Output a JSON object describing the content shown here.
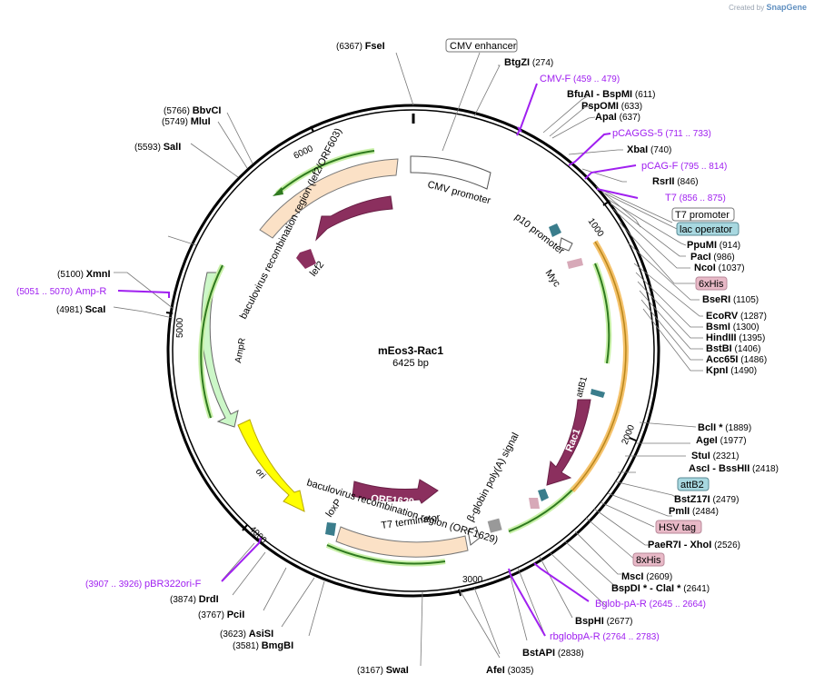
{
  "branding": {
    "created_by": "Created by",
    "app": "SnapGene"
  },
  "plasmid": {
    "name": "mEos3-Rac1",
    "length_label": "6425 bp"
  },
  "ticks": [
    "1000",
    "2000",
    "3000",
    "4000",
    "5000",
    "6000"
  ],
  "colors": {
    "primer": "#a020f0",
    "site": "#000000",
    "backbone": "#000000"
  },
  "features": [
    {
      "id": "cmv",
      "label": "CMV promoter"
    },
    {
      "id": "p10",
      "label": "p10 promoter"
    },
    {
      "id": "myc",
      "label": "Myc"
    },
    {
      "id": "attb1",
      "label": "attB1"
    },
    {
      "id": "rac1",
      "label": "Rac1"
    },
    {
      "id": "bglobin",
      "label": "β-globin poly(A) signal"
    },
    {
      "id": "orf1629",
      "label": "ORF1629"
    },
    {
      "id": "bac1629",
      "label": "baculovirus recombination region (ORF1629)"
    },
    {
      "id": "t7term",
      "label": "T7 terminator"
    },
    {
      "id": "loxp",
      "label": "loxP"
    },
    {
      "id": "ori",
      "label": "ori"
    },
    {
      "id": "ampr",
      "label": "AmpR"
    },
    {
      "id": "bac603",
      "label": "baculovirus recombination region (lef2/ORF603)"
    },
    {
      "id": "orf603",
      "label": "ORF603"
    },
    {
      "id": "lef2",
      "label": "lef2"
    }
  ],
  "sites": [
    {
      "name": "FseI",
      "pos": "(6367)"
    },
    {
      "name": "BtgZI",
      "pos": "(274)"
    },
    {
      "name": "BfuAI - BspMI",
      "pos": "(611)"
    },
    {
      "name": "PspOMI",
      "pos": "(633)"
    },
    {
      "name": "ApaI",
      "pos": "(637)"
    },
    {
      "name": "XbaI",
      "pos": "(740)"
    },
    {
      "name": "RsrII",
      "pos": "(846)"
    },
    {
      "name": "PpuMI",
      "pos": "(914)"
    },
    {
      "name": "PacI",
      "pos": "(986)"
    },
    {
      "name": "NcoI",
      "pos": "(1037)"
    },
    {
      "name": "BseRI",
      "pos": "(1105)"
    },
    {
      "name": "EcoRV",
      "pos": "(1287)"
    },
    {
      "name": "BsmI",
      "pos": "(1300)"
    },
    {
      "name": "HindIII",
      "pos": "(1395)"
    },
    {
      "name": "BstBI",
      "pos": "(1406)"
    },
    {
      "name": "Acc65I",
      "pos": "(1486)"
    },
    {
      "name": "KpnI",
      "pos": "(1490)"
    },
    {
      "name": "BclI *",
      "pos": "(1889)"
    },
    {
      "name": "AgeI",
      "pos": "(1977)"
    },
    {
      "name": "StuI",
      "pos": "(2321)"
    },
    {
      "name": "AscI - BssHII",
      "pos": "(2418)"
    },
    {
      "name": "BstZ17I",
      "pos": "(2479)"
    },
    {
      "name": "PmlI",
      "pos": "(2484)"
    },
    {
      "name": "PaeR7I - XhoI",
      "pos": "(2526)"
    },
    {
      "name": "MscI",
      "pos": "(2609)"
    },
    {
      "name": "BspDI * - ClaI *",
      "pos": "(2641)"
    },
    {
      "name": "BspHI",
      "pos": "(2677)"
    },
    {
      "name": "BstAPI",
      "pos": "(2838)"
    },
    {
      "name": "AfeI",
      "pos": "(3035)"
    },
    {
      "name": "SwaI",
      "pos": "(3167)"
    },
    {
      "name": "BmgBI",
      "pos": "(3581)"
    },
    {
      "name": "AsiSI",
      "pos": "(3623)"
    },
    {
      "name": "PciI",
      "pos": "(3767)"
    },
    {
      "name": "DrdI",
      "pos": "(3874)"
    },
    {
      "name": "ScaI",
      "pos": "(4981)"
    },
    {
      "name": "XmnI",
      "pos": "(5100)"
    },
    {
      "name": "SalI",
      "pos": "(5593)"
    },
    {
      "name": "MluI",
      "pos": "(5749)"
    },
    {
      "name": "BbvCI",
      "pos": "(5766)"
    }
  ],
  "primers": [
    {
      "name": "CMV-F",
      "range": "(459 .. 479)"
    },
    {
      "name": "pCAGGS-5",
      "range": "(711 .. 733)"
    },
    {
      "name": "pCAG-F",
      "range": "(795 .. 814)"
    },
    {
      "name": "T7",
      "range": "(856 .. 875)"
    },
    {
      "name": "Amp-R",
      "range": "(5051 .. 5070)"
    },
    {
      "name": "Bglob-pA-R",
      "range": "(2645 .. 2664)"
    },
    {
      "name": "rbglobpA-R",
      "range": "(2764 .. 2783)"
    },
    {
      "name": "pBR322ori-F",
      "range": "(3907 .. 3926)"
    }
  ],
  "boxes": [
    {
      "label": "CMV enhancer",
      "fill": "#ffffff"
    },
    {
      "label": "T7 promoter",
      "fill": "#ffffff"
    },
    {
      "label": "lac operator",
      "fill": "#a8d8e0"
    },
    {
      "label": "6xHis",
      "fill": "#e8b9c7"
    },
    {
      "label": "attB2",
      "fill": "#a8d8e0"
    },
    {
      "label": "HSV tag",
      "fill": "#e8b9c7"
    },
    {
      "label": "8xHis",
      "fill": "#e8b9c7"
    }
  ]
}
